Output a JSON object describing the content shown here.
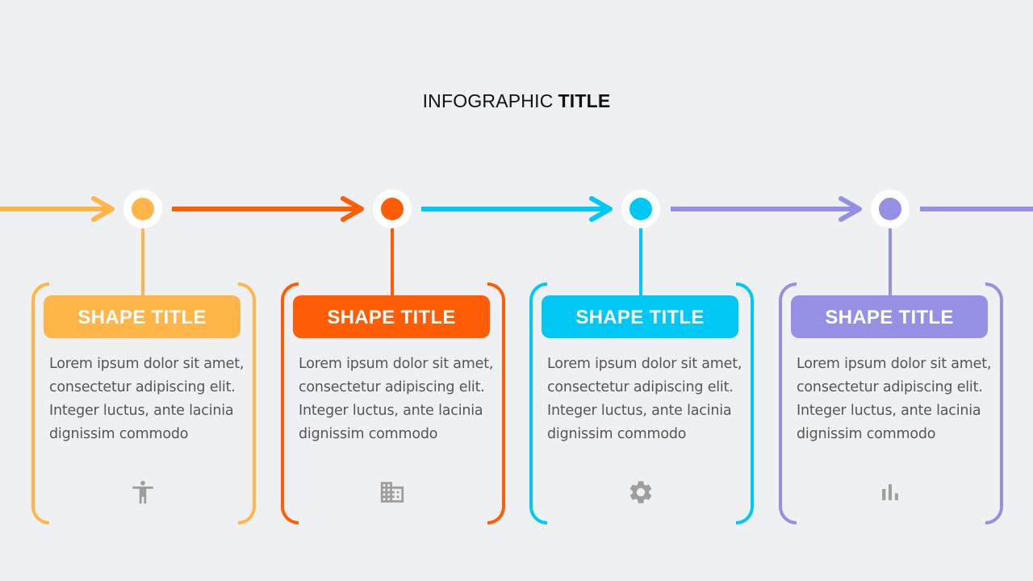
{
  "title": {
    "regular": "INFOGRAPHIC",
    "bold": "TITLE"
  },
  "steps": [
    {
      "color": "#FFB547",
      "title": "SHAPE TITLE",
      "text": "Lorem ipsum dolor sit amet, consectetur adipiscing elit. Integer luctus, ante lacinia dignissim commodo",
      "icon": "accessibility-icon"
    },
    {
      "color": "#FF5C06",
      "title": "SHAPE TITLE",
      "text": "Lorem ipsum dolor sit amet, consectetur adipiscing elit. Integer luctus, ante lacinia dignissim commodo",
      "icon": "building-icon"
    },
    {
      "color": "#00C8F5",
      "title": "SHAPE TITLE",
      "text": "Lorem ipsum dolor sit amet, consectetur adipiscing elit. Integer luctus, ante lacinia dignissim commodo",
      "icon": "gear-icon"
    },
    {
      "color": "#9590E4",
      "title": "SHAPE TITLE",
      "text": "Lorem ipsum dolor sit amet, consectetur adipiscing elit. Integer luctus, ante lacinia dignissim commodo",
      "icon": "bar-chart-icon"
    }
  ],
  "icon_color": "#9E9E9E"
}
